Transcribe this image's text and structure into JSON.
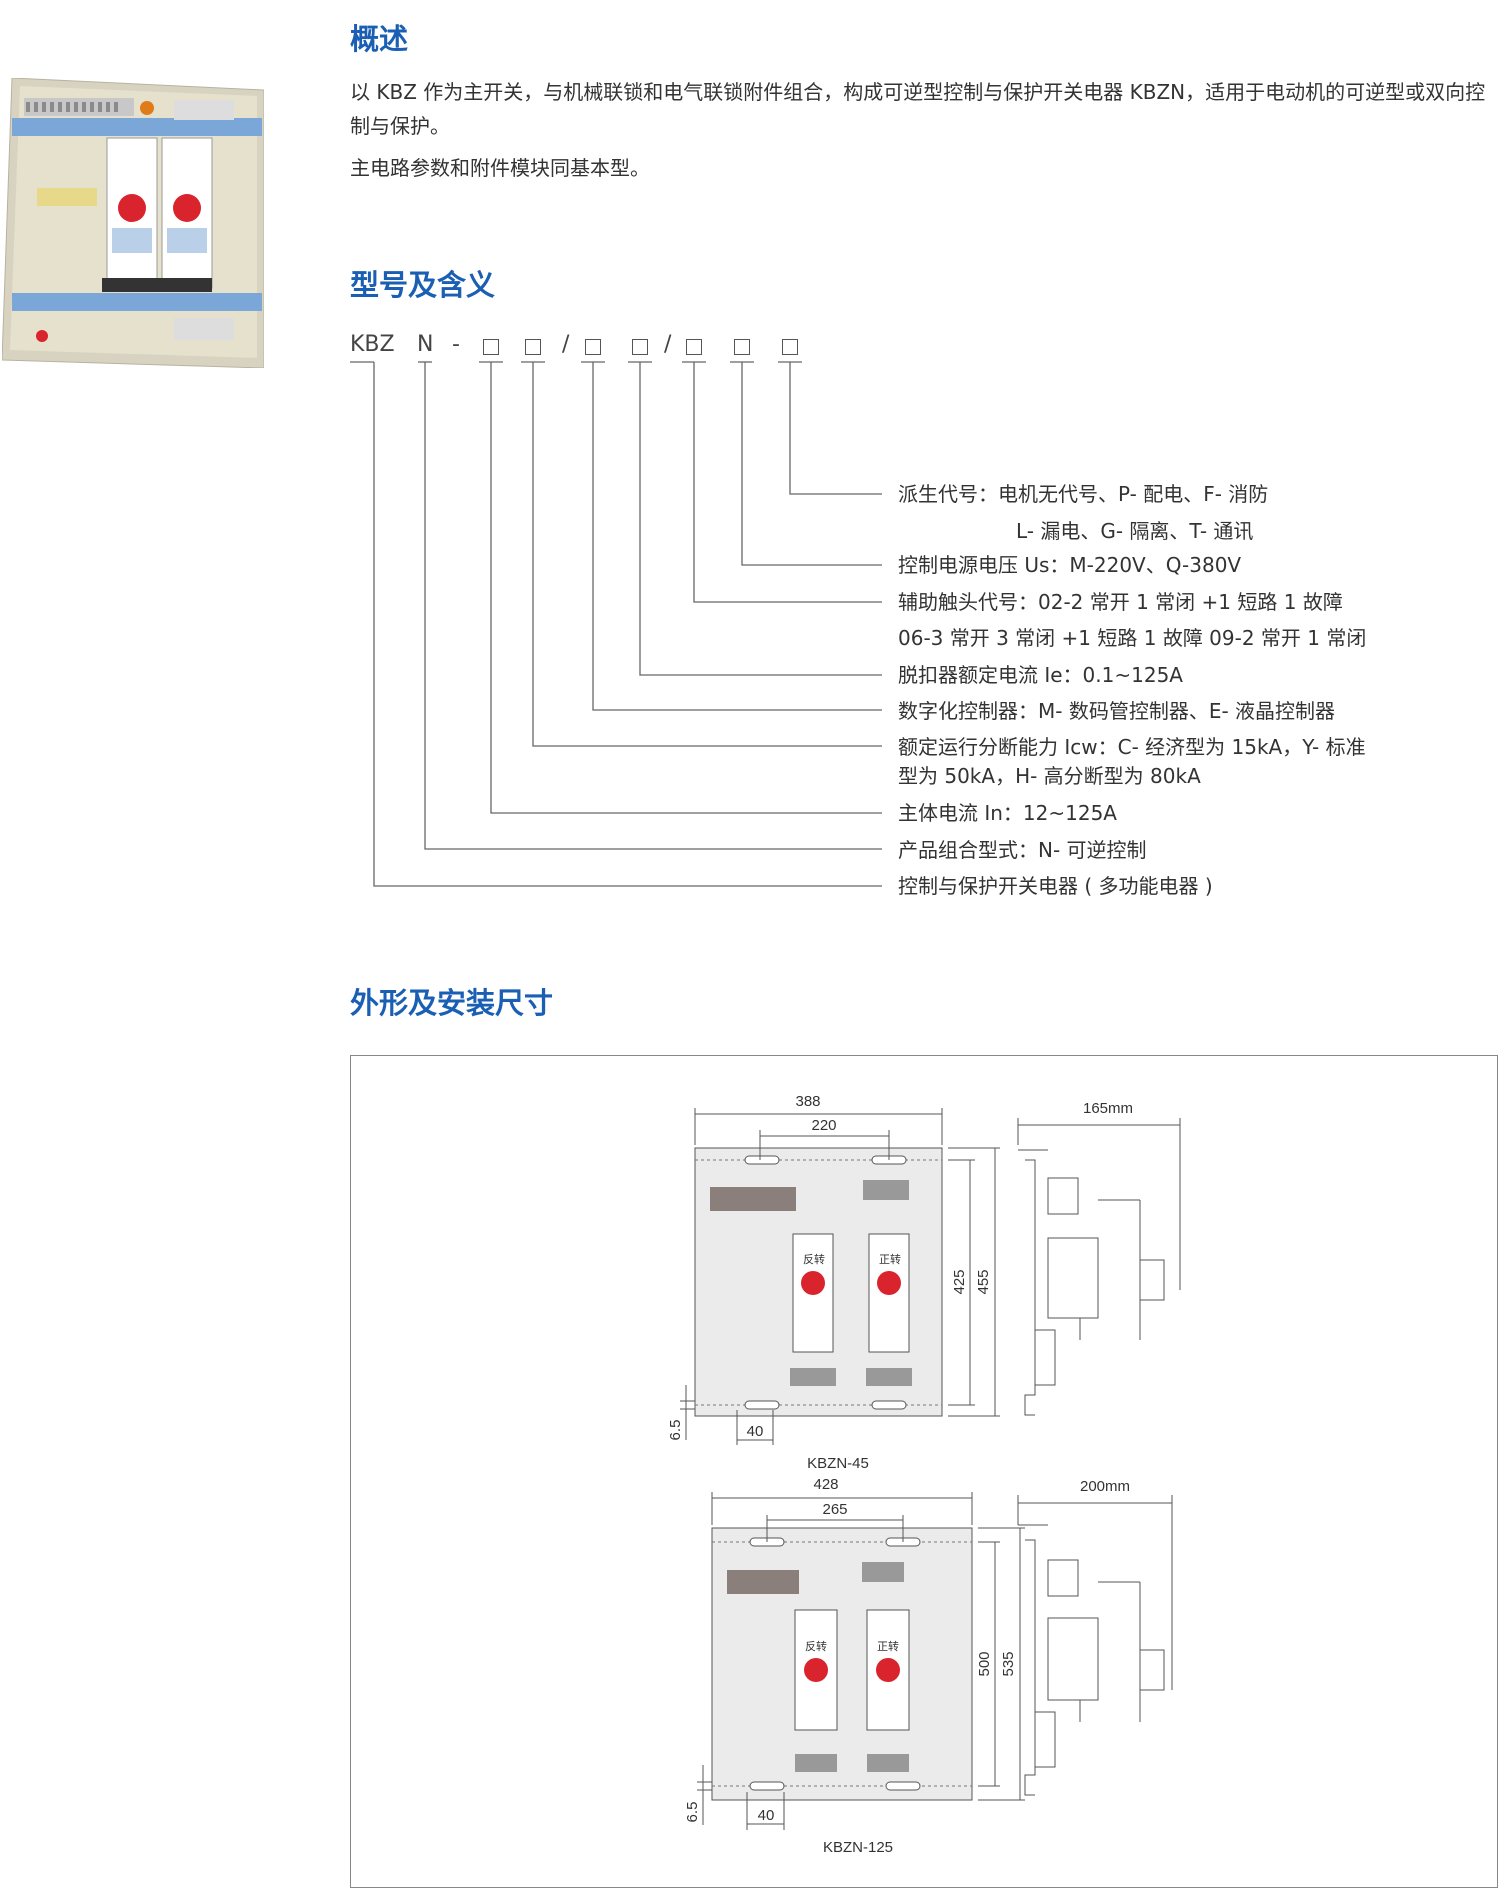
{
  "overview": {
    "title": "概述",
    "para1": "以 KBZ 作为主开关，与机械联锁和电气联锁附件组合，构成可逆型控制与保护开关电器 KBZN，适用于电动机的可逆型或双向控制与保护。",
    "para2": "主电路参数和附件模块同基本型。"
  },
  "model": {
    "title": "型号及含义",
    "code": {
      "p1": "KBZ",
      "p2": "N",
      "dash": "-",
      "slash": "/"
    },
    "descriptions": [
      "派生代号：电机无代号、P- 配电、F- 消防",
      "L- 漏电、G- 隔离、T- 通讯",
      "控制电源电压 Us：M-220V、Q-380V",
      "辅助触头代号：02-2 常开 1 常闭 +1 短路 1 故障",
      "06-3 常开 3 常闭 +1 短路 1 故障 09-2 常开 1 常闭",
      "脱扣器额定电流 Ie：0.1~125A",
      "数字化控制器：M- 数码管控制器、E- 液晶控制器",
      "额定运行分断能力 Icw：C- 经济型为 15kA，Y- 标准",
      "型为 50kA，H- 高分断型为 80kA",
      "主体电流 In：12~125A",
      "产品组合型式：N- 可逆控制",
      "控制与保护开关电器 ( 多功能电器 )"
    ]
  },
  "dimensions": {
    "title": "外形及安装尺寸",
    "kbzn45": {
      "label": "KBZN-45",
      "w_outer": "388",
      "w_inner": "220",
      "h_inner": "425",
      "h_outer": "455",
      "hole": "6.5",
      "bottom": "40",
      "depth": "165mm",
      "rev": "反转",
      "fwd": "正转"
    },
    "kbzn125": {
      "label": "KBZN-125",
      "w_outer": "428",
      "w_inner": "265",
      "h_inner": "500",
      "h_outer": "535",
      "hole": "6.5",
      "bottom": "40",
      "depth": "200mm",
      "rev": "反转",
      "fwd": "正转"
    }
  },
  "colors": {
    "accent": "#1a5fb4",
    "rail": "#7ba7d8",
    "knob": "#d9232d"
  }
}
